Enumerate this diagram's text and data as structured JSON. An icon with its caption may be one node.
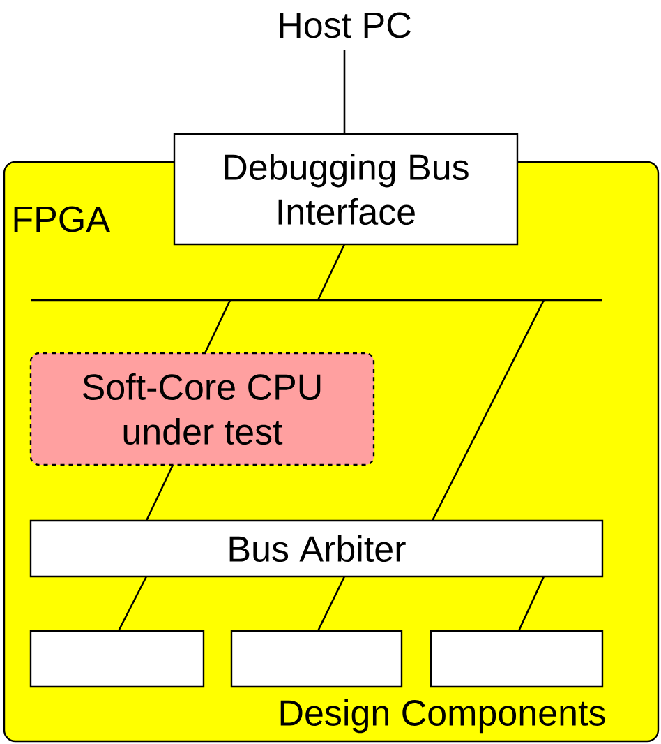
{
  "diagram": {
    "nodes": [
      {
        "text": [
          "Host PC"
        ]
      },
      {
        "text": [
          "FPGA",
          "Design Components"
        ]
      },
      {
        "text": [
          "Debugging Bus Interface"
        ]
      },
      {
        "text": [],
        "shape": "bar",
        "in": 1
      },
      {
        "text": [
          "Soft-Core CPU under test"
        ],
        "in": 1
      },
      {
        "text": [
          "Bus Arbiter"
        ],
        "in": 1
      },
      {
        "text": [],
        "shape": "box",
        "in": 1
      },
      {
        "text": [],
        "shape": "box",
        "in": 1
      },
      {
        "text": [],
        "shape": "box",
        "in": 1
      }
    ],
    "edges": [
      {
        "from": 0,
        "to": 2,
        "arrow": "none"
      },
      {
        "from": 2,
        "to": 3,
        "arrow": "none"
      },
      {
        "from": 3,
        "to": 4,
        "arrow": "none"
      },
      {
        "from": 3,
        "to": 5,
        "arrow": "none"
      },
      {
        "from": 4,
        "to": 5,
        "arrow": "none"
      },
      {
        "from": 5,
        "to": 6,
        "arrow": "none"
      },
      {
        "from": 5,
        "to": 7,
        "arrow": "none"
      },
      {
        "from": 5,
        "to": 8,
        "arrow": "none"
      }
    ]
  }
}
